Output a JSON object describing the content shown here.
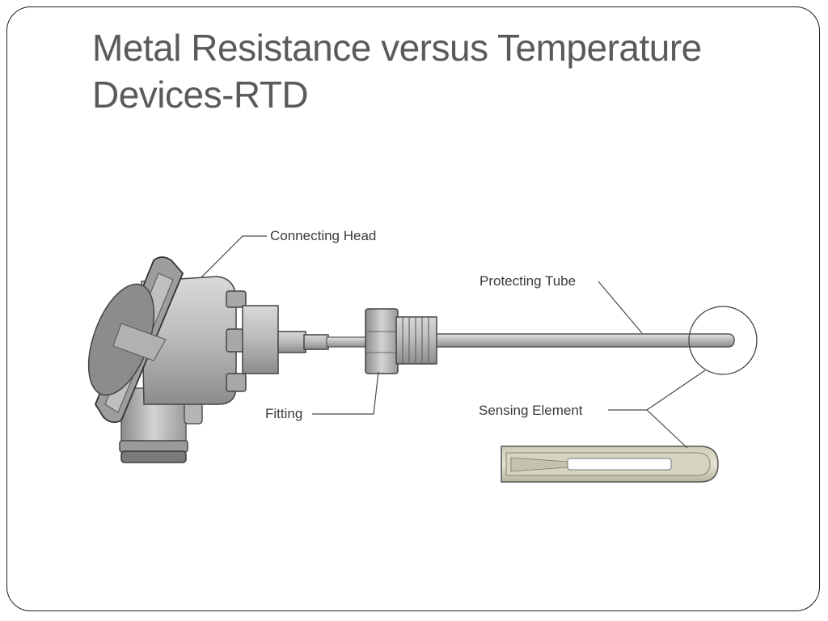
{
  "slide": {
    "title_line1": "Metal Resistance versus Temperature",
    "title_line2": "Devices-RTD"
  },
  "diagram": {
    "labels": {
      "connecting_head": "Connecting Head",
      "protecting_tube": "Protecting Tube",
      "fitting": "Fitting",
      "sensing_element": "Sensing Element"
    }
  }
}
